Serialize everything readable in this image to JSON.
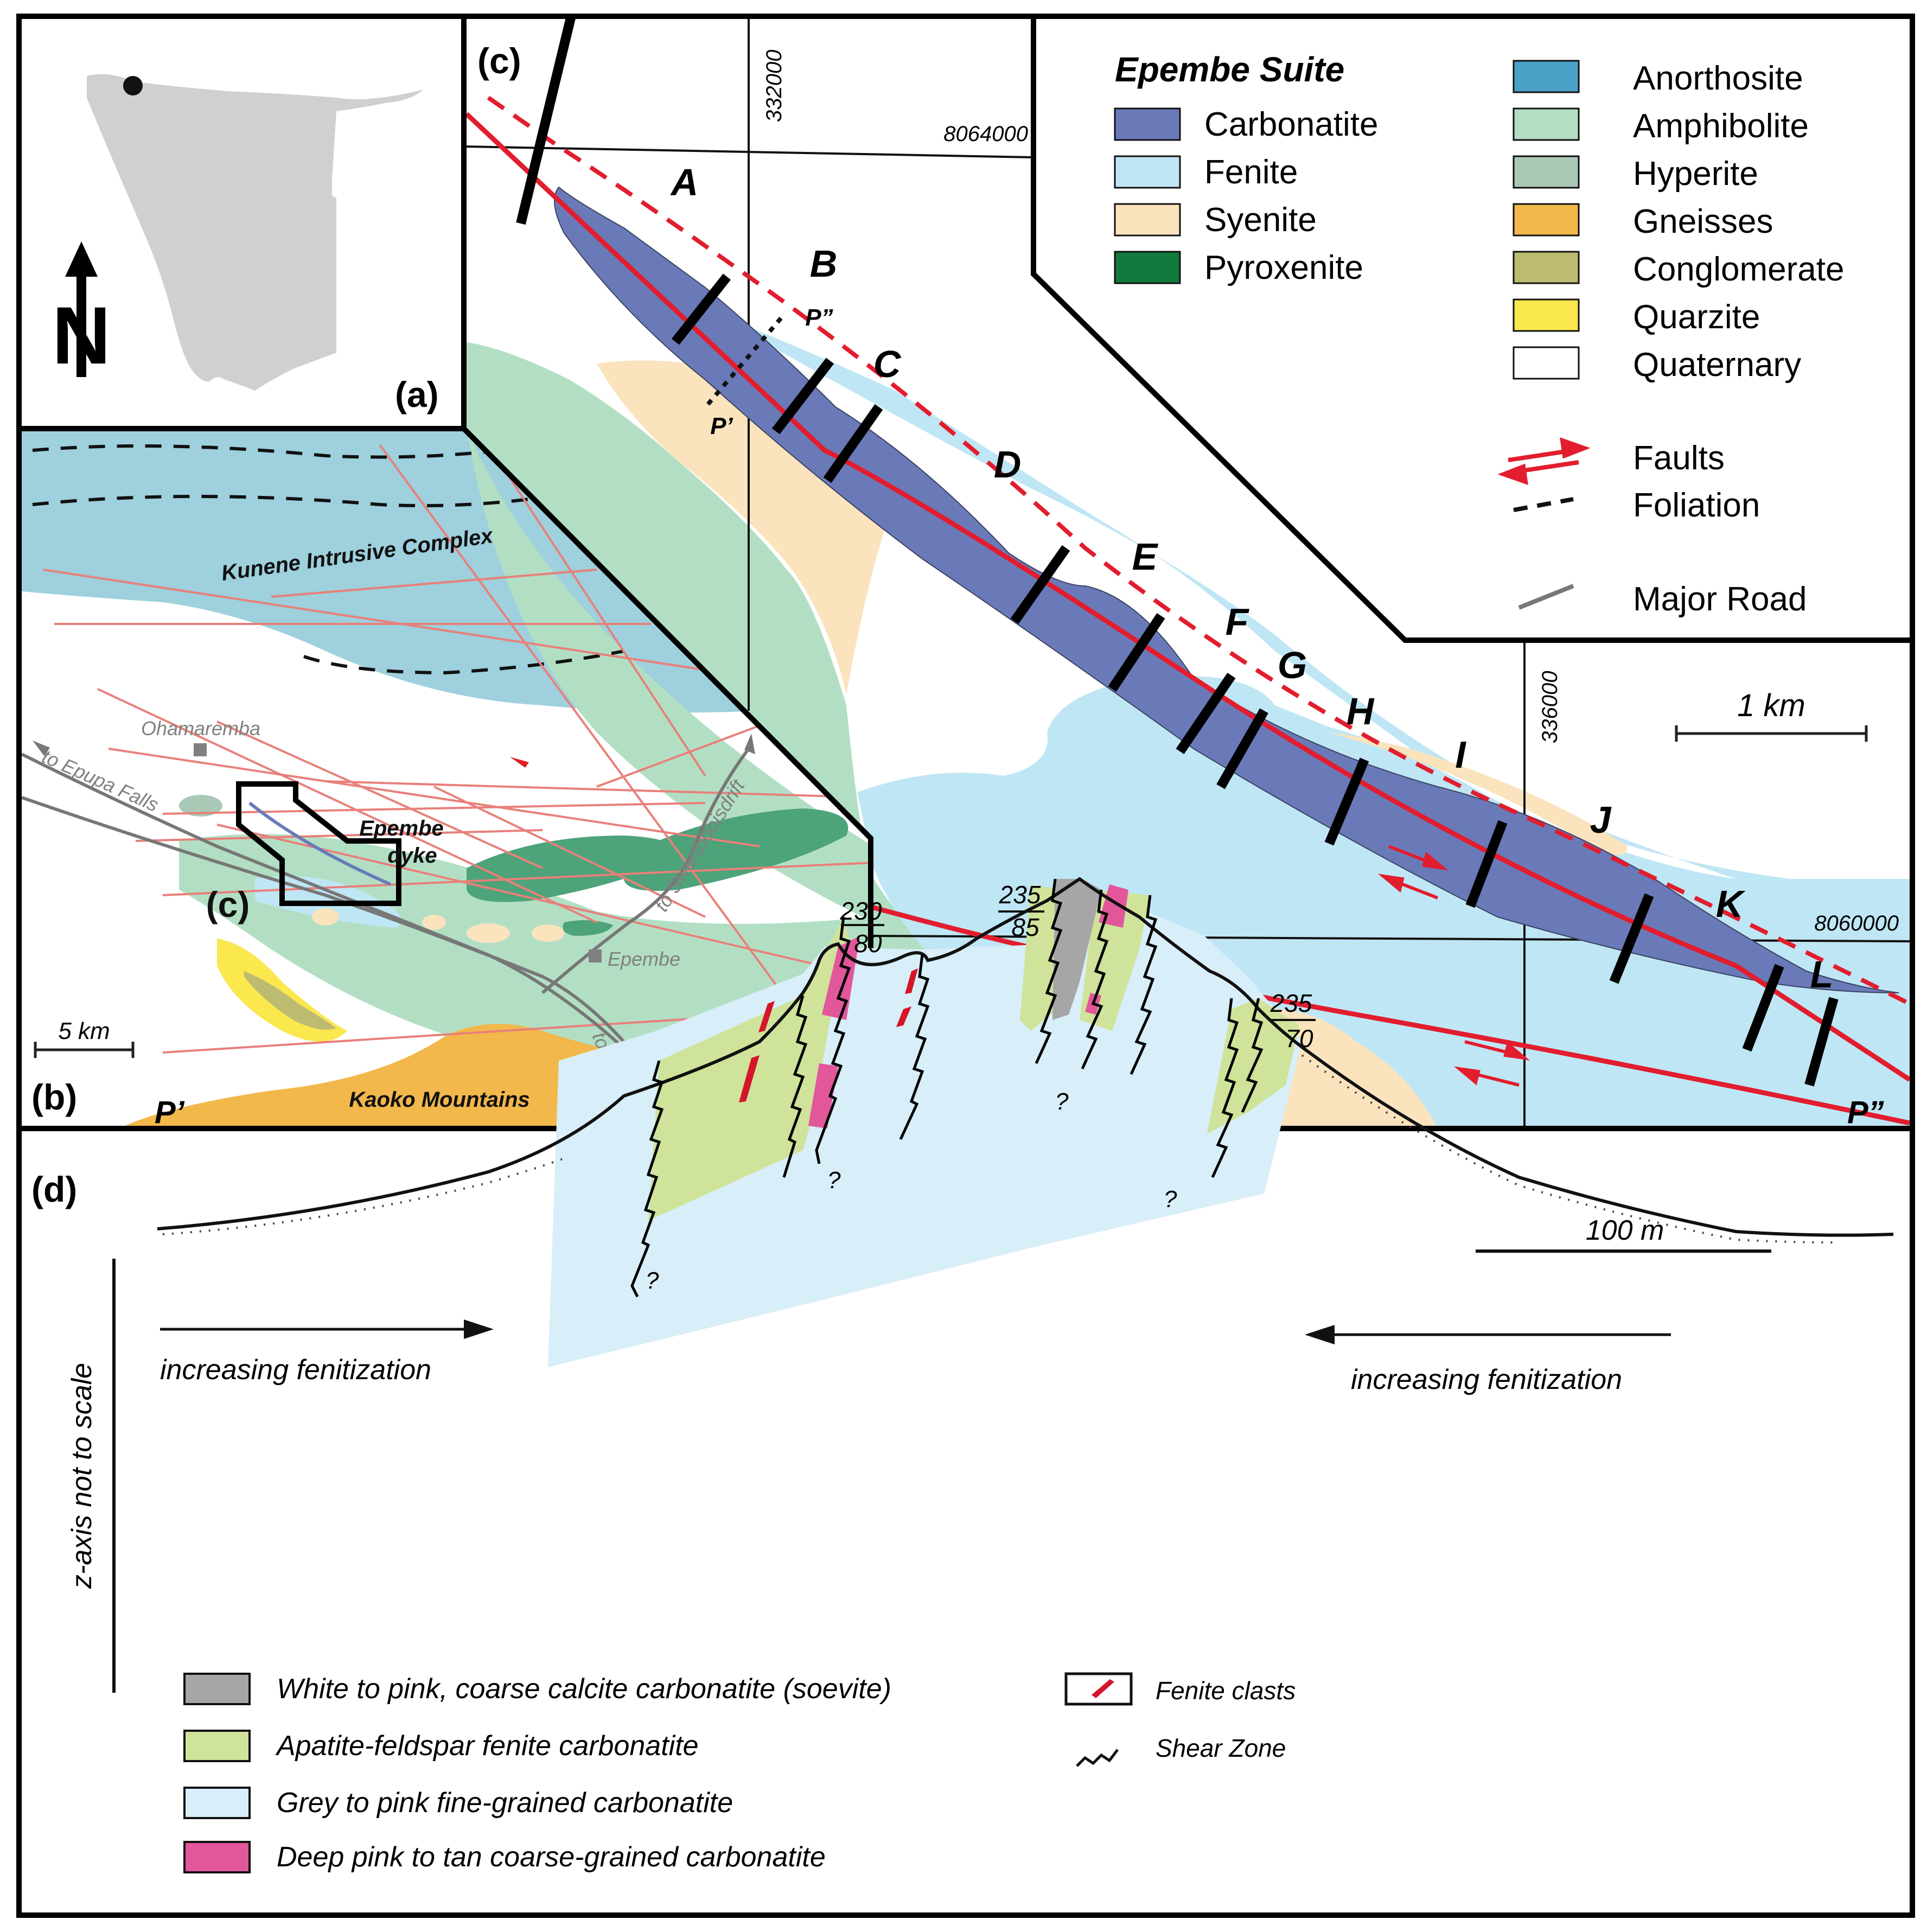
{
  "panels": {
    "a": "(a)",
    "b": "(b)",
    "c": "(c)",
    "d": "(d)"
  },
  "north_symbol": "N",
  "overview": {
    "labels": {
      "kunene": "Kunene Intrusive Complex",
      "kaoko": "Kaoko Mountains",
      "ohamaremba": "Ohamaremba",
      "epembe": "Epembe",
      "epembe_dyke_line1": "Epembe",
      "epembe_dyke_line2": "dyke",
      "inset_label": "(c)",
      "to_epupa": "to Epupa Falls",
      "to_swart": "to Swartbooisdrift",
      "to_opuwo": "to Opuwo"
    },
    "scale": "5 km"
  },
  "detail_map": {
    "grid": {
      "e1": "332000",
      "e2": "336000",
      "n1": "8064000",
      "n2": "8060000"
    },
    "segments": [
      "A",
      "B",
      "C",
      "D",
      "E",
      "F",
      "G",
      "H",
      "I",
      "J",
      "K",
      "L"
    ],
    "profile": {
      "start": "P’",
      "end": "P”"
    },
    "scale": "1 km"
  },
  "legend": {
    "title": "Epembe Suite",
    "left": [
      {
        "label": "Carbonatite",
        "color": "#6a7ab8"
      },
      {
        "label": "Fenite",
        "color": "#bfe6f4"
      },
      {
        "label": "Syenite",
        "color": "#fae3bd"
      },
      {
        "label": "Pyroxenite",
        "color": "#127a3c"
      }
    ],
    "right": [
      {
        "label": "Anorthosite",
        "color": "#4aa3c7"
      },
      {
        "label": "Amphibolite",
        "color": "#b2dfc4"
      },
      {
        "label": "Hyperite",
        "color": "#a9c9b6"
      },
      {
        "label": "Gneisses",
        "color": "#f2b84b"
      },
      {
        "label": "Conglomerate",
        "color": "#bdbb70"
      },
      {
        "label": "Quarzite",
        "color": "#fbe74e"
      },
      {
        "label": "Quaternary",
        "color": "#ffffff"
      }
    ],
    "faults": "Faults",
    "foliation": "Foliation",
    "road": "Major Road"
  },
  "section": {
    "left_label": "P’",
    "right_label": "P”",
    "z_axis": "z-axis not to scale",
    "fenitization_left": "increasing fenitization",
    "fenitization_right": "increasing fenitization",
    "scale": "100 m",
    "orientations": [
      {
        "top": "230",
        "bottom": "80"
      },
      {
        "top": "235",
        "bottom": "85"
      },
      {
        "top": "235",
        "bottom": "70"
      }
    ],
    "question_mark": "?",
    "legend": [
      {
        "label": "White to pink, coarse calcite carbonatite (soevite)",
        "color": "#a6a6a6"
      },
      {
        "label": "Apatite-feldspar fenite carbonatite",
        "color": "#cfe39a"
      },
      {
        "label": "Grey to pink fine-grained carbonatite",
        "color": "#d8eef8"
      },
      {
        "label": "Deep pink to tan coarse-grained carbonatite",
        "color": "#e2569a"
      }
    ],
    "legend_right": {
      "clasts": "Fenite clasts",
      "shear": "Shear Zone"
    }
  }
}
